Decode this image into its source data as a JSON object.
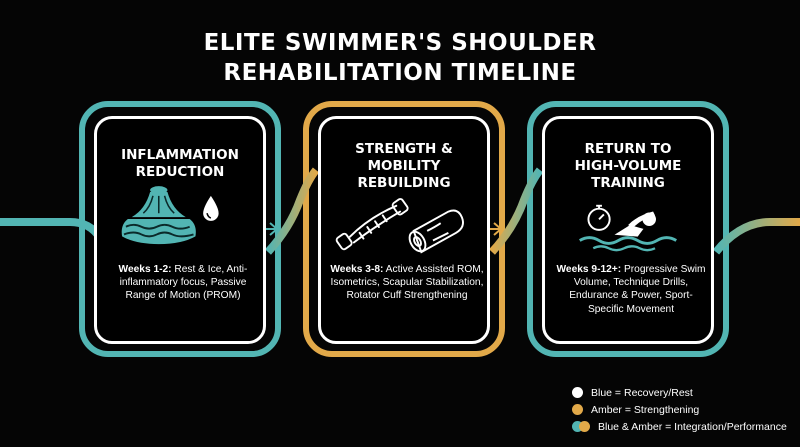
{
  "title": [
    "ELITE SWIMMER'S SHOULDER",
    "REHABILITATION TIMELINE"
  ],
  "colors": {
    "blue": "#52b5b3",
    "amber": "#e2a949",
    "background": "#050505",
    "card_border": "#ffffff"
  },
  "phases": [
    {
      "title": [
        "INFLAMMATION",
        "REDUCTION"
      ],
      "icon": "ice-pack-with-water-drop-icon",
      "weeks": "Weeks 1-2:",
      "text": " Rest & Ice, Anti-inflammatory focus, Passive Range of Motion (PROM)",
      "color": "blue"
    },
    {
      "title": [
        "STRENGTH &",
        "MOBILITY",
        "REBUILDING"
      ],
      "icon": "resistance-band-and-foam-roller-icon",
      "weeks": "Weeks 3-8:",
      "text": " Active Assisted ROM, Isometrics, Scapular Stabilization, Rotator Cuff Strengthening",
      "color": "amber"
    },
    {
      "title": [
        "RETURN TO",
        "HIGH-VOLUME",
        "TRAINING"
      ],
      "icon": "stopwatch-and-swimmer-icon",
      "weeks": "Weeks 9-12+:",
      "text": " Progressive Swim Volume, Technique Drills, Endurance & Power, Sport-Specific Movement",
      "color": "blue"
    }
  ],
  "legend": [
    {
      "label": "Blue = Recovery/Rest",
      "swatch": "white-dot"
    },
    {
      "label": "Amber = Strengthening",
      "swatch": "amber-dot"
    },
    {
      "label": "Blue & Amber = Integration/Performance",
      "swatch": "blue-amber-dots"
    }
  ]
}
